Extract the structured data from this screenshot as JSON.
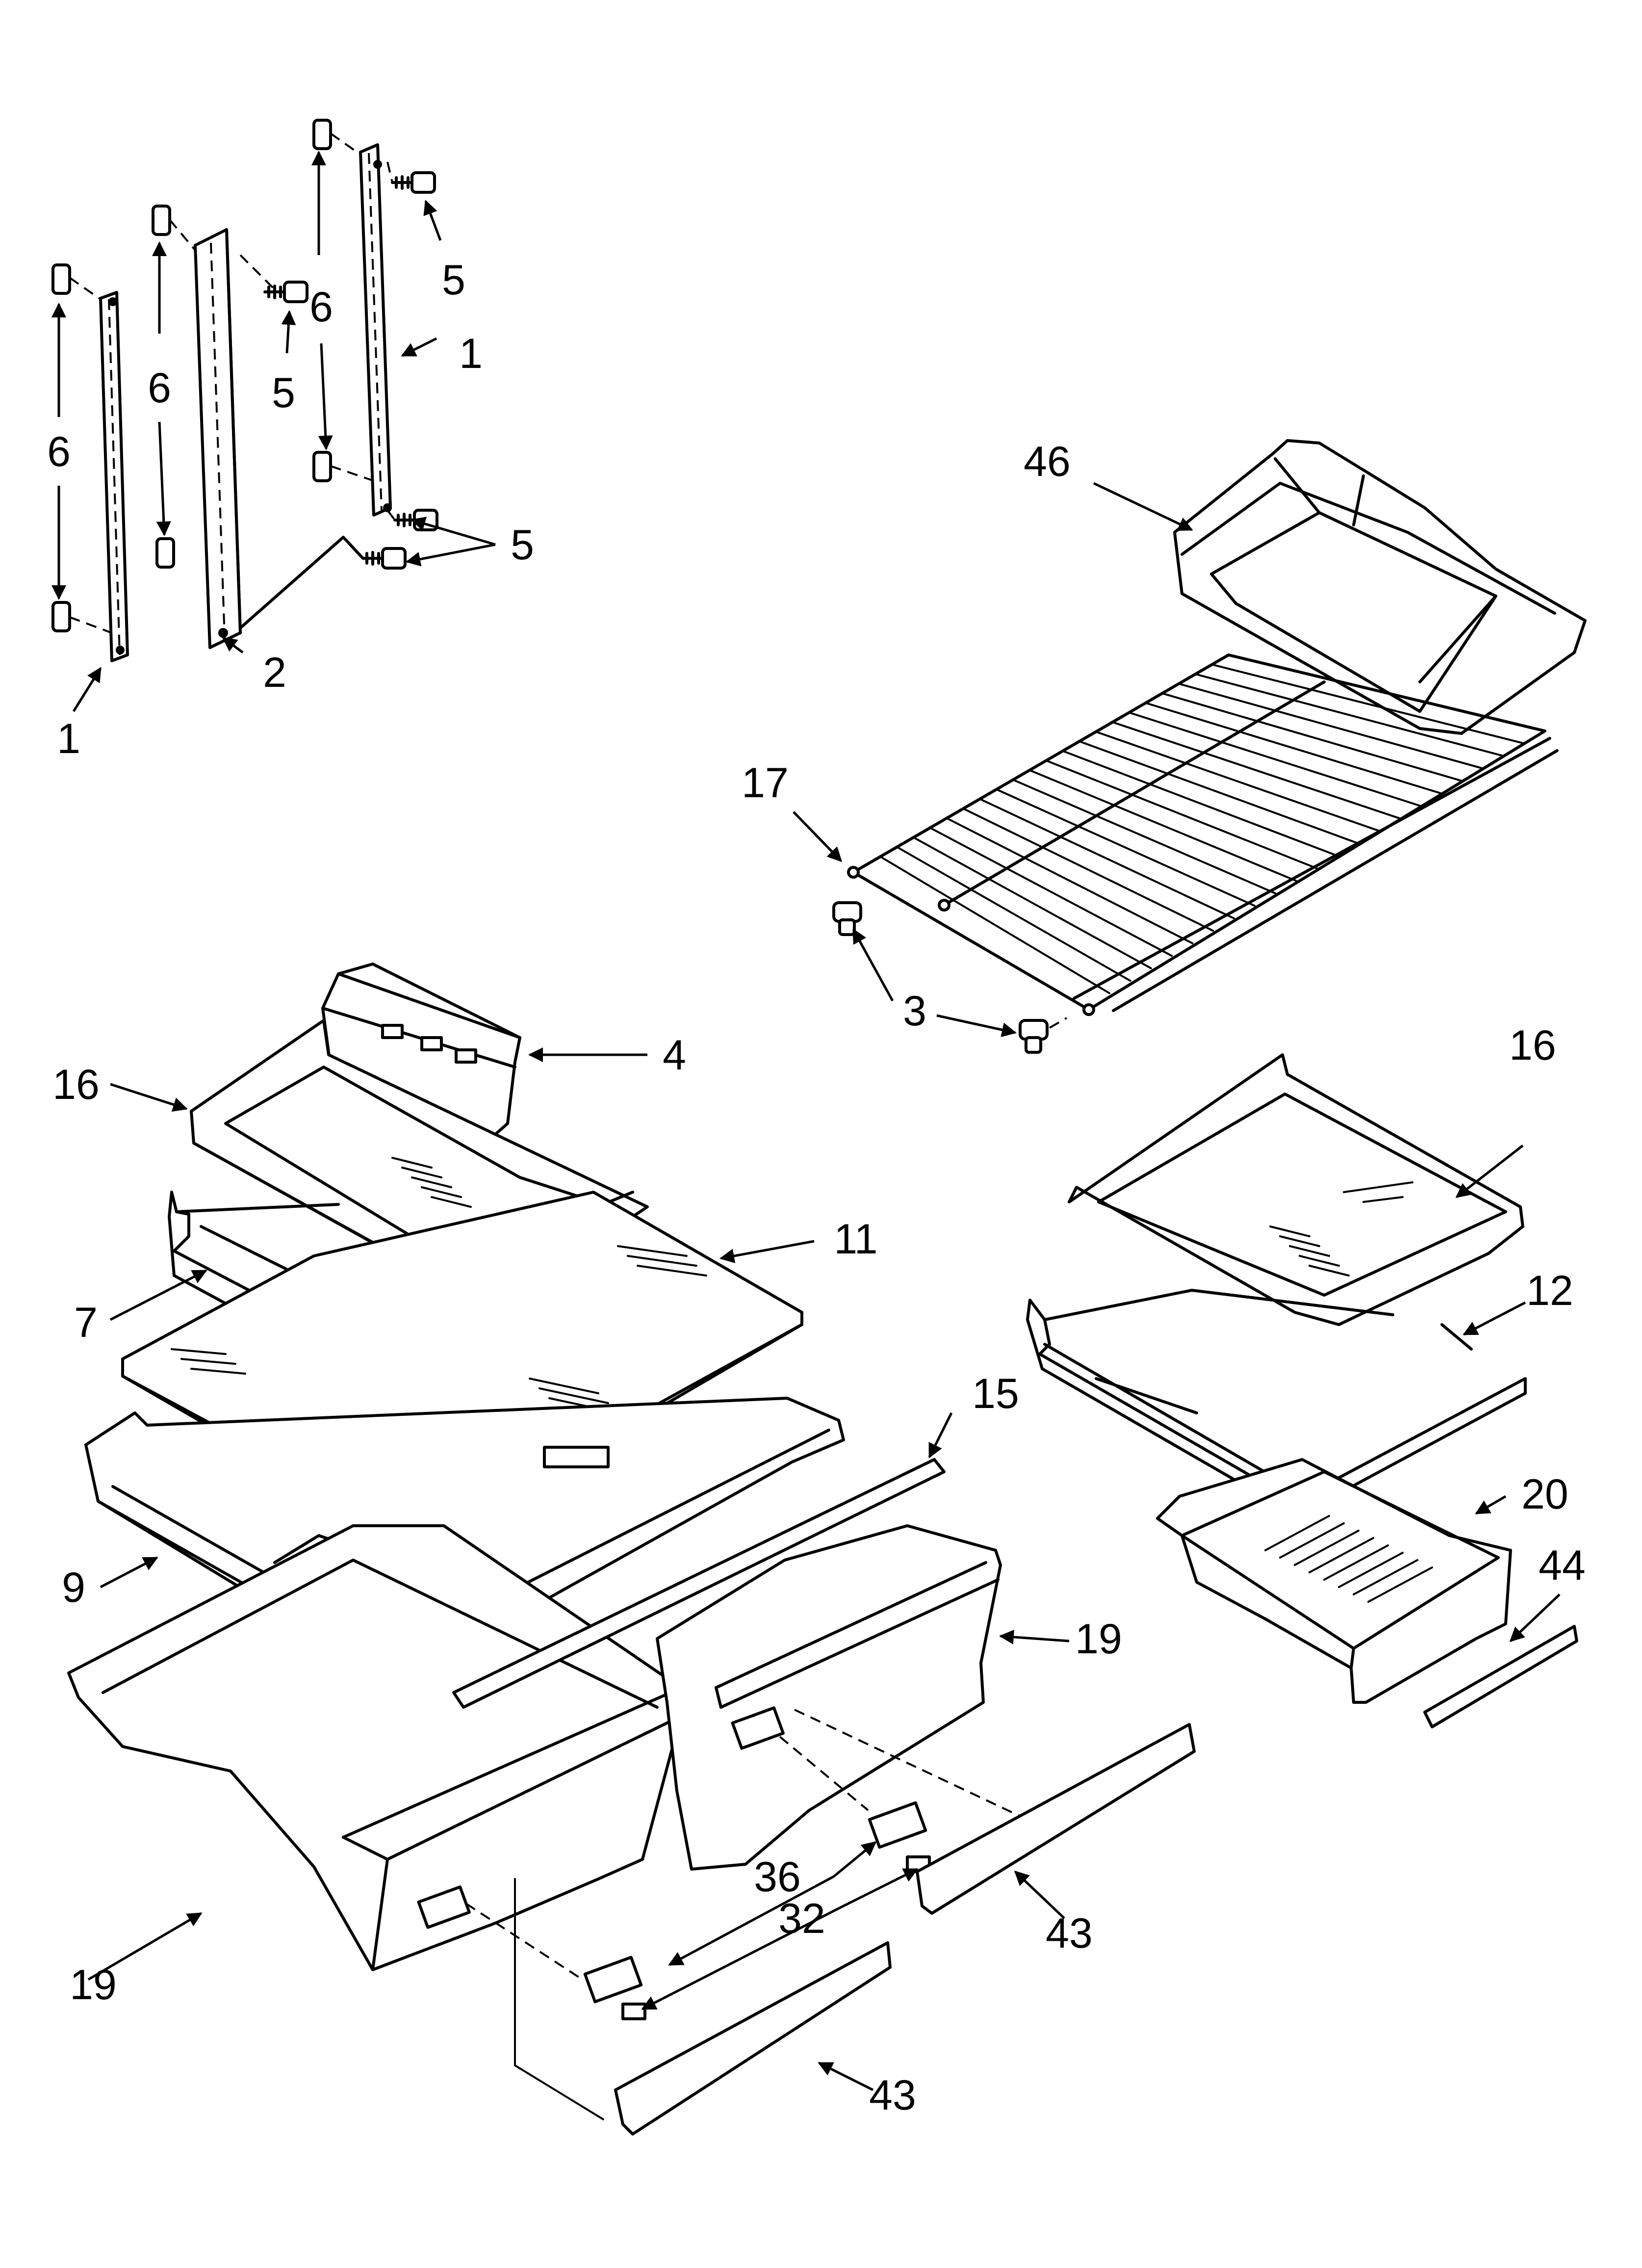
{
  "diagram": {
    "callouts": [
      {
        "id": "c-1a",
        "part": "1",
        "label": "1"
      },
      {
        "id": "c-1b",
        "part": "1",
        "label": "1"
      },
      {
        "id": "c-2",
        "part": "2",
        "label": "2"
      },
      {
        "id": "c-3",
        "part": "3",
        "label": "3"
      },
      {
        "id": "c-4",
        "part": "4",
        "label": "4"
      },
      {
        "id": "c-5a",
        "part": "5",
        "label": "5"
      },
      {
        "id": "c-5b",
        "part": "5",
        "label": "5"
      },
      {
        "id": "c-5c",
        "part": "5",
        "label": "5"
      },
      {
        "id": "c-6a",
        "part": "6",
        "label": "6"
      },
      {
        "id": "c-6b",
        "part": "6",
        "label": "6"
      },
      {
        "id": "c-6c",
        "part": "6",
        "label": "6"
      },
      {
        "id": "c-7",
        "part": "7",
        "label": "7"
      },
      {
        "id": "c-9",
        "part": "9",
        "label": "9"
      },
      {
        "id": "c-11",
        "part": "11",
        "label": "11"
      },
      {
        "id": "c-12",
        "part": "12",
        "label": "12"
      },
      {
        "id": "c-15",
        "part": "15",
        "label": "15"
      },
      {
        "id": "c-16a",
        "part": "16",
        "label": "16"
      },
      {
        "id": "c-16b",
        "part": "16",
        "label": "16"
      },
      {
        "id": "c-17",
        "part": "17",
        "label": "17"
      },
      {
        "id": "c-19a",
        "part": "19",
        "label": "19"
      },
      {
        "id": "c-19b",
        "part": "19",
        "label": "19"
      },
      {
        "id": "c-20",
        "part": "20",
        "label": "20"
      },
      {
        "id": "c-32",
        "part": "32",
        "label": "32"
      },
      {
        "id": "c-36",
        "part": "36",
        "label": "36"
      },
      {
        "id": "c-43a",
        "part": "43",
        "label": "43"
      },
      {
        "id": "c-43b",
        "part": "43",
        "label": "43"
      },
      {
        "id": "c-44",
        "part": "44",
        "label": "44"
      },
      {
        "id": "c-46",
        "part": "46",
        "label": "46"
      }
    ]
  }
}
